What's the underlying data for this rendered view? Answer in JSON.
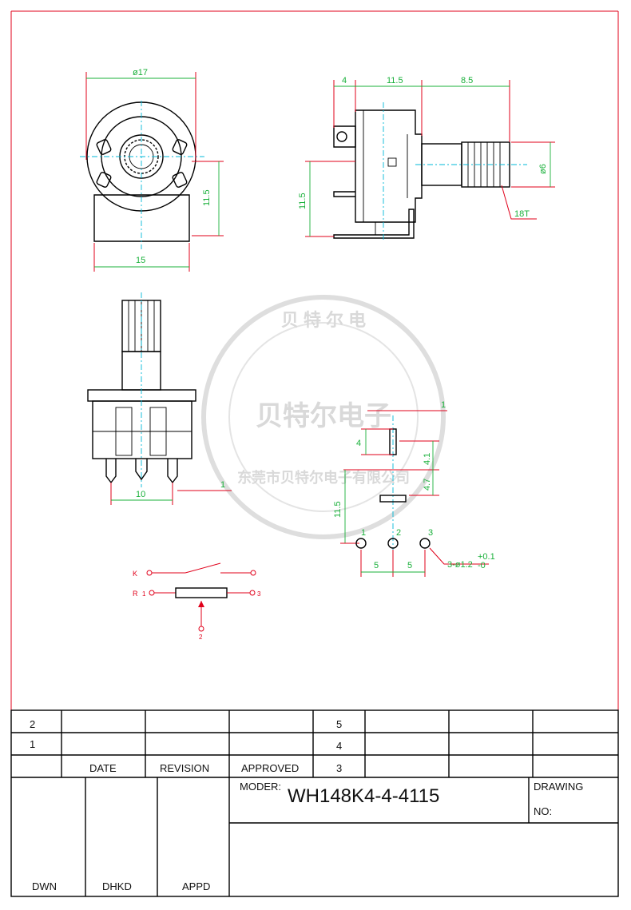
{
  "drawing": {
    "dimensions": {
      "dia17": "ø17",
      "h11_5_front": "11.5",
      "w15": "15",
      "d4": "4",
      "d11_5_top": "11.5",
      "d8_5": "8.5",
      "dia6": "ø6",
      "d18t": "18T",
      "h11_5_side": "11.5",
      "d10": "10",
      "pin_mark": "1",
      "pad_1": "1",
      "pad_4": "4",
      "pad_4_1": "4.1",
      "pad_4_7": "4.7",
      "pad_11_5": "11.5",
      "pin1": "1",
      "pin2": "2",
      "pin3": "3",
      "pitch_a": "5",
      "pitch_b": "5",
      "hole_spec": "3-ø1.2",
      "hole_tol_up": "+0.1",
      "hole_tol_dn": "-0"
    },
    "schematic": {
      "k": "K",
      "r": "R",
      "r1": "1",
      "r3": "3",
      "r2": "2"
    },
    "watermark": {
      "main": "贝特尔电子",
      "ring_top": "贝 特 尔 电",
      "ring_bottom": "东莞市贝特尔电子有限公司"
    }
  },
  "title_block": {
    "rev_rows": [
      "2",
      "1"
    ],
    "headers": {
      "date": "DATE",
      "revision": "REVISION",
      "approved": "APPROVED"
    },
    "sheet_rows": [
      "5",
      "4",
      "3"
    ],
    "model_label": "MODER:",
    "model_value": "WH148K4-4-4115",
    "drawing_label": "DRAWING",
    "no_label": "NO:",
    "sign": {
      "dwn": "DWN",
      "dhkd": "DHKD",
      "appd": "APPD"
    }
  },
  "colors": {
    "border": "#e0001a",
    "dimension": "#19b03a",
    "centerline": "#00b8d8",
    "outline": "#000000"
  }
}
